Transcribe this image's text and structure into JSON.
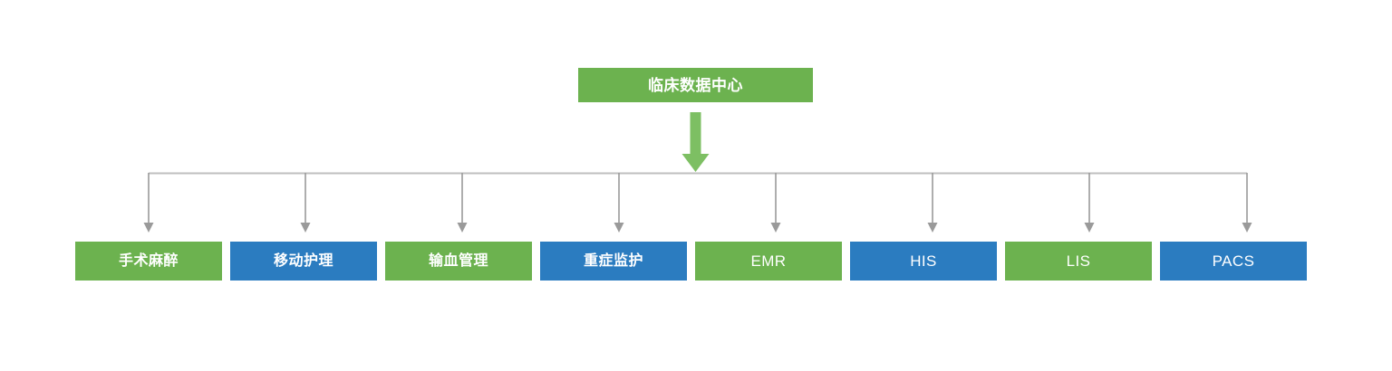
{
  "diagram": {
    "type": "hierarchy-tree",
    "title_node": {
      "label": "临床数据中心",
      "color": "#6cb24f",
      "text_color": "#ffffff"
    },
    "flow_arrow": {
      "name": "down-arrow-icon",
      "direction": "down",
      "color": "#7dbf63"
    },
    "connector": {
      "line_color": "#bfbfbf",
      "arrow_color": "#9a9a9a",
      "style": "orthogonal-bus"
    },
    "palette": {
      "green": "#6cb24f",
      "blue": "#2b7cc0",
      "background": "#ffffff",
      "line": "#bfbfbf"
    },
    "leaf_nodes": [
      {
        "label": "手术麻醉",
        "color": "green",
        "script": "cjk"
      },
      {
        "label": "移动护理",
        "color": "blue",
        "script": "cjk"
      },
      {
        "label": "输血管理",
        "color": "green",
        "script": "cjk"
      },
      {
        "label": "重症监护",
        "color": "blue",
        "script": "cjk"
      },
      {
        "label": "EMR",
        "color": "green",
        "script": "latin"
      },
      {
        "label": "HIS",
        "color": "blue",
        "script": "latin"
      },
      {
        "label": "LIS",
        "color": "green",
        "script": "latin"
      },
      {
        "label": "PACS",
        "color": "blue",
        "script": "latin"
      }
    ]
  }
}
